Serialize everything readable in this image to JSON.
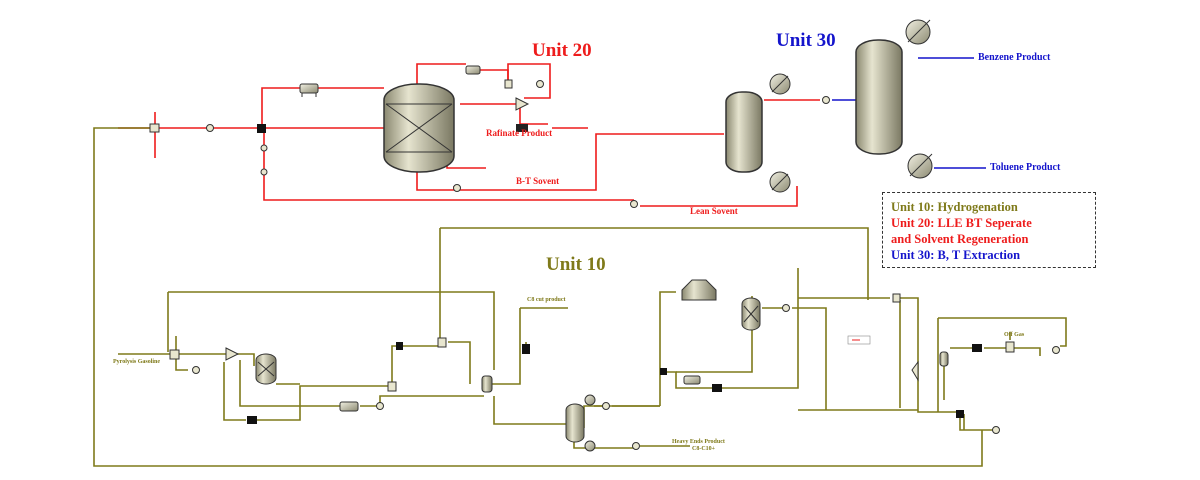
{
  "colors": {
    "unit10": "#7f7a1a",
    "unit20": "#ee1c1c",
    "unit30": "#1414cc",
    "equipment_fill": "#c9c7a7",
    "equipment_stroke": "#333333"
  },
  "units": {
    "unit10": "Unit 10",
    "unit20": "Unit 20",
    "unit30": "Unit 30"
  },
  "streams": {
    "raffinate_product": "Rafinate Product",
    "bt_solvent": "B-T Sovent",
    "lean_solvent": "Lean Sovent",
    "benzene_product": "Benzene Product",
    "toluene_product": "Toluene Product",
    "pyrolysis_gasoline": "Pyrolysis Gasoline",
    "c8_cut_product": "C8 cut product",
    "heavy_ends_line1": "Heavy Ends Product",
    "heavy_ends_line2": "C8-C10+",
    "off_gas": "Off Gas"
  },
  "legend": {
    "line1": "Unit 10: Hydrogenation",
    "line2": "Unit 20: LLE BT Seperate",
    "line3": "and Solvent Regeneration",
    "line4": "Unit 30: B, T Extraction"
  },
  "icons": [
    "column-icon",
    "reactor-icon",
    "heat-exchanger-icon",
    "pump-icon",
    "valve-icon",
    "mixer-icon",
    "compressor-icon",
    "flash-drum-icon"
  ]
}
